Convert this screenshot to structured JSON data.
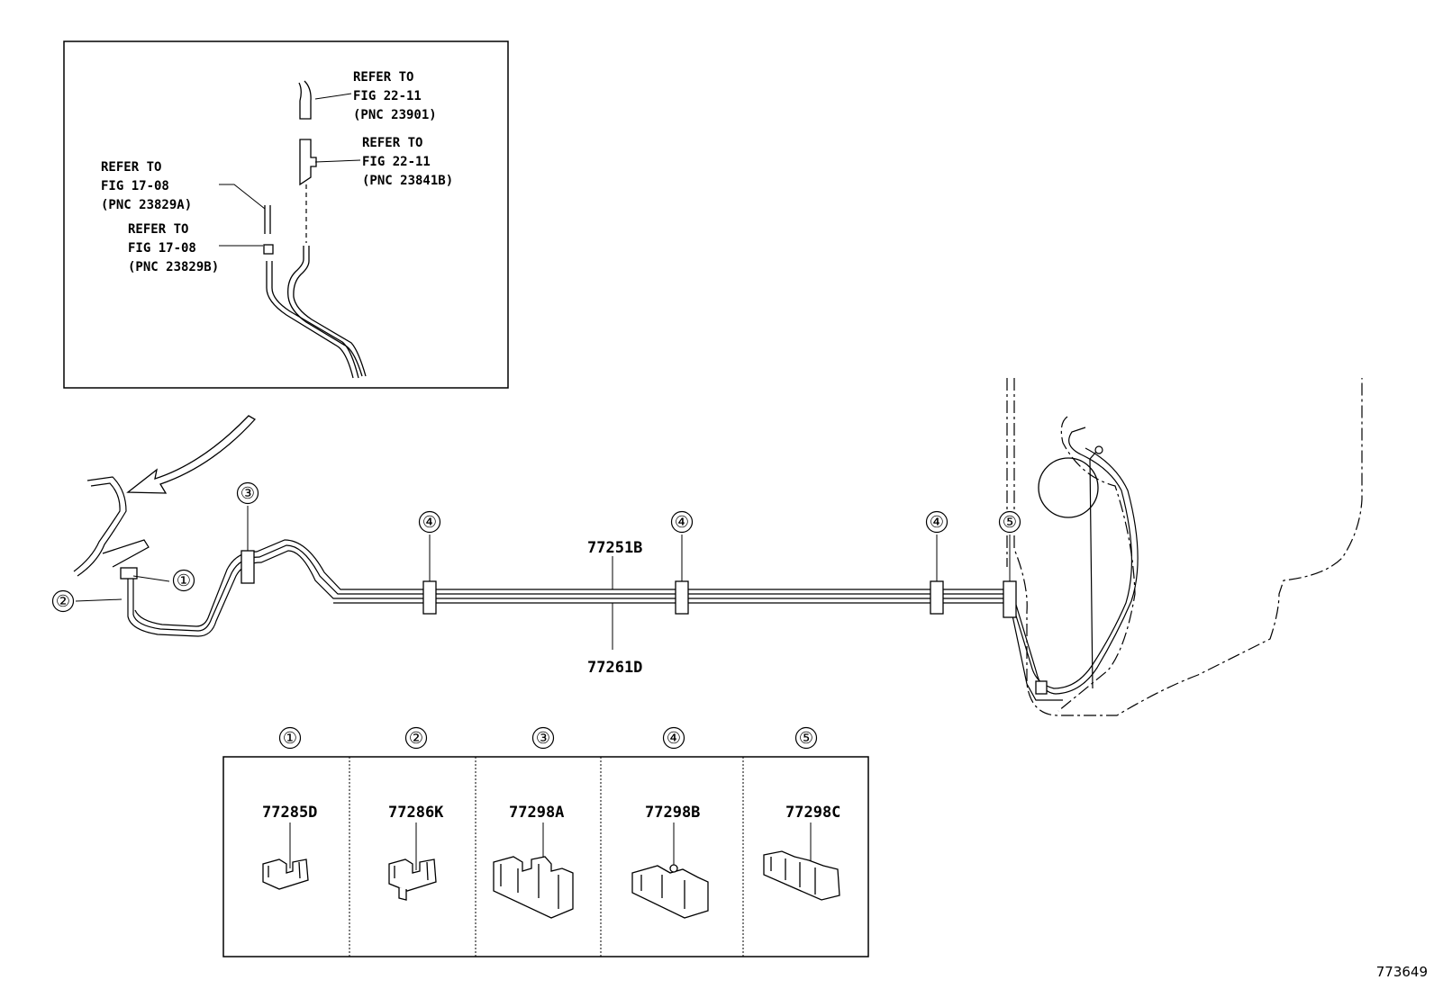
{
  "inset": {
    "callouts": [
      {
        "lines": [
          "REFER TO",
          "FIG 22-11",
          "(PNC 23901)"
        ]
      },
      {
        "lines": [
          "REFER TO",
          "FIG 22-11",
          "(PNC 23841B)"
        ]
      },
      {
        "lines": [
          "REFER TO",
          "FIG 17-08",
          "(PNC 23829A)"
        ]
      },
      {
        "lines": [
          "REFER TO",
          "FIG 17-08",
          "(PNC 23829B)"
        ]
      }
    ]
  },
  "main": {
    "callout_markers": [
      "①",
      "②",
      "③",
      "④",
      "④",
      "④",
      "⑤"
    ],
    "part_labels": [
      "77251B",
      "77261D"
    ]
  },
  "parts_table": {
    "columns": [
      {
        "marker": "①",
        "part_number": "77285D"
      },
      {
        "marker": "②",
        "part_number": "77286K"
      },
      {
        "marker": "③",
        "part_number": "77298A"
      },
      {
        "marker": "④",
        "part_number": "77298B"
      },
      {
        "marker": "⑤",
        "part_number": "77298C"
      }
    ]
  },
  "figure_id": "773649"
}
